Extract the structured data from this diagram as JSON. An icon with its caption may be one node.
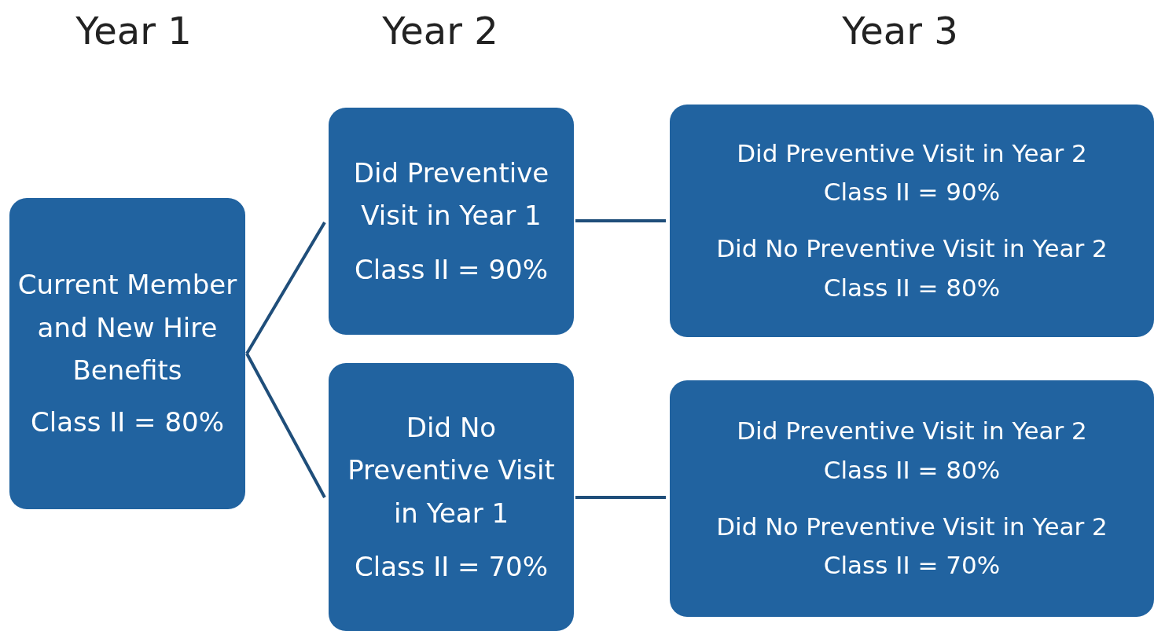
{
  "diagram": {
    "nodes": [
      {
        "text": [
          "Current Member and New Hire Benefits",
          "Class II = 80%"
        ]
      },
      {
        "text": [
          "Did Preventive Visit in Year 1",
          "Class II = 90%"
        ]
      },
      {
        "text": [
          "Did No Preventive Visit in Year 1",
          "Class II = 70%"
        ]
      },
      {
        "text": [
          "Did Preventive Visit in Year 2",
          "Class II = 90%",
          "Did No Preventive Visit in Year 2",
          "Class II = 80%"
        ]
      },
      {
        "text": [
          "Did Preventive Visit in Year 2",
          "Class II = 80%",
          "Did No Preventive Visit in Year 2",
          "Class II = 70%"
        ]
      }
    ],
    "edges": [
      {
        "from": 0,
        "to": 1,
        "arrow": "none"
      },
      {
        "from": 0,
        "to": 2,
        "arrow": "none"
      },
      {
        "from": 1,
        "to": 3,
        "arrow": "none"
      },
      {
        "from": 2,
        "to": 4,
        "arrow": "none"
      }
    ],
    "labels": [
      "Year 1",
      "Year 2",
      "Year 3"
    ]
  }
}
